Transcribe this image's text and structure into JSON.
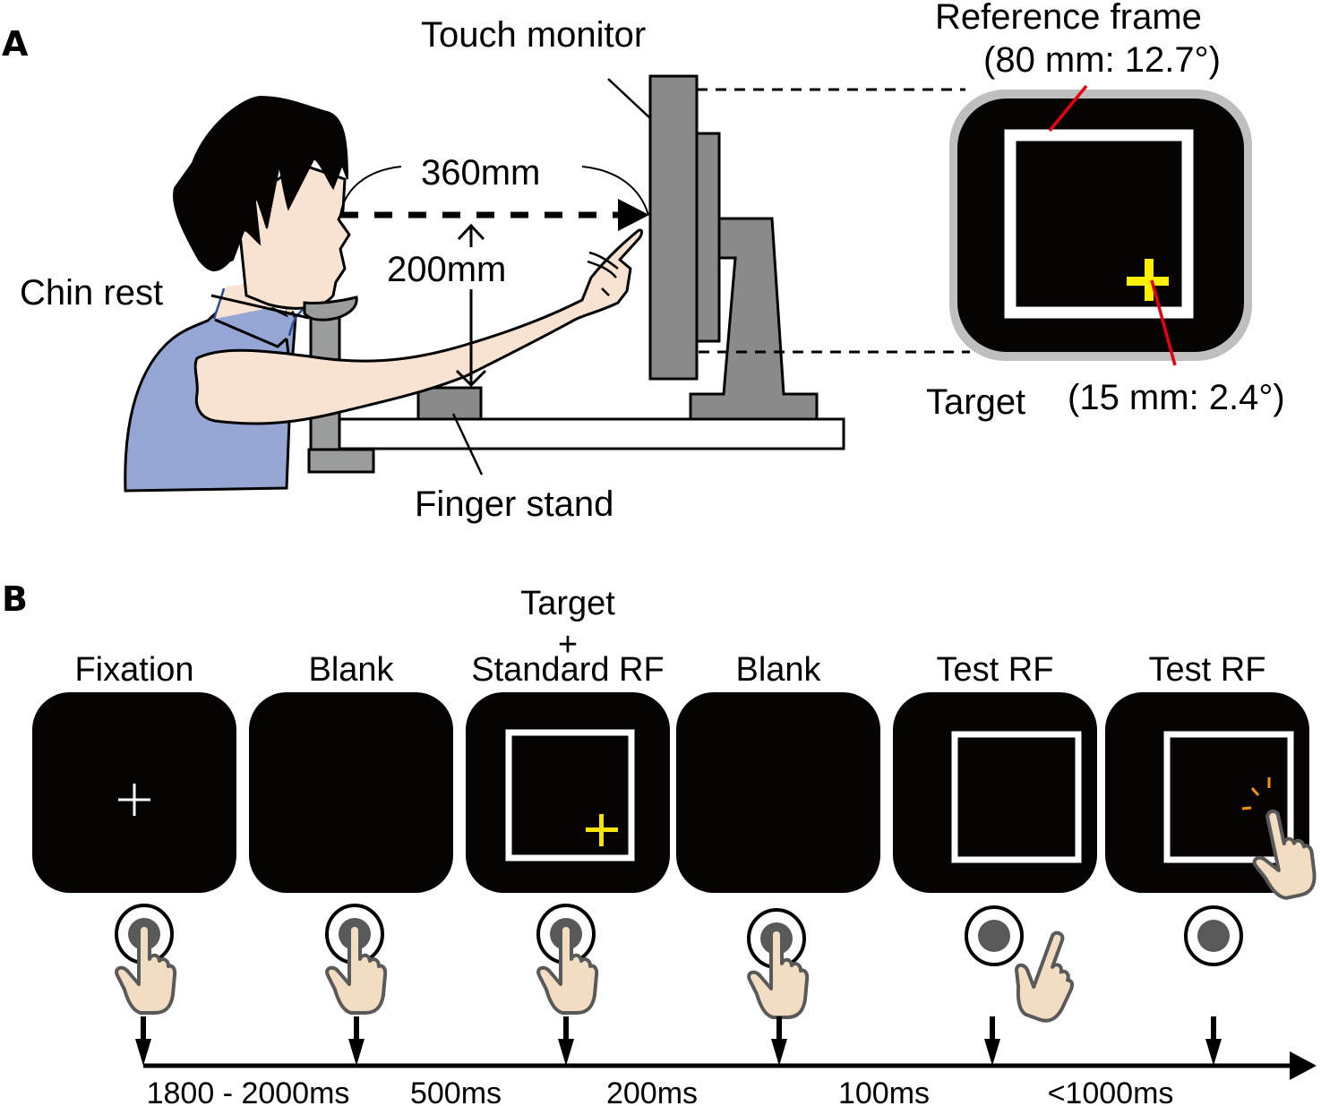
{
  "panel_a": {
    "letter": "A",
    "labels": {
      "touch_monitor": "Touch monitor",
      "reference_frame_title": "Reference frame",
      "reference_frame_size": "(80 mm: 12.7°)",
      "distance_eye": "360mm",
      "distance_height": "200mm",
      "chin_rest": "Chin rest",
      "finger_stand": "Finger stand",
      "target": "Target",
      "target_size": "(15 mm: 2.4°)"
    },
    "colors": {
      "skin": "#f8e3d3",
      "hair": "#070303",
      "shirt": "#95a6d4",
      "equipment_gray": "#8a8a8a",
      "chinrest_gray": "#9b9d9c",
      "screen_black": "#070303",
      "screen_bezel": "#bfbfbf",
      "frame_white": "#ffffff",
      "target_yellow": "#fff200",
      "pointer_red": "#e60012"
    }
  },
  "panel_b": {
    "letter": "B",
    "stages": [
      {
        "title_lines": [
          "Fixation"
        ],
        "content": "fixation-cross",
        "hand": "touching"
      },
      {
        "title_lines": [
          "Blank"
        ],
        "content": "blank",
        "hand": "touching"
      },
      {
        "title_lines": [
          "Target",
          "+",
          "Standard RF"
        ],
        "content": "standard-rf-with-target",
        "hand": "touching"
      },
      {
        "title_lines": [
          "Blank"
        ],
        "content": "blank",
        "hand": "touching"
      },
      {
        "title_lines": [
          "Test RF"
        ],
        "content": "test-rf",
        "hand": "lifted"
      },
      {
        "title_lines": [
          "Test RF"
        ],
        "content": "test-rf-touch",
        "hand": "none"
      }
    ],
    "timeline": {
      "durations": [
        "1800 - 2000ms",
        "500ms",
        "200ms",
        "100ms",
        "<1000ms"
      ]
    },
    "colors": {
      "screen": "#070303",
      "fixation_cross": "#ffffff",
      "target_cross": "#f6e500",
      "tap_burst": "#f39800",
      "button_dot": "#595959",
      "hand_fill": "#f2dcc2",
      "hand_stroke": "#595959"
    }
  }
}
